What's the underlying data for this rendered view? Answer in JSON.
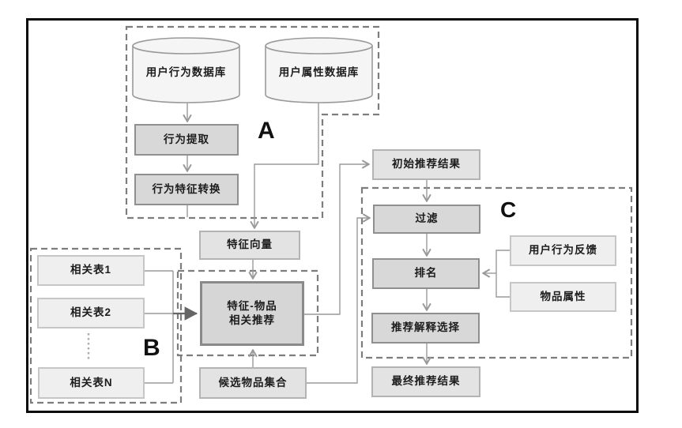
{
  "groups": {
    "a": "A",
    "b": "B",
    "c": "C"
  },
  "nodes": {
    "db_behavior": "用户行为数据库",
    "db_attribute": "用户属性数据库",
    "behavior_extract": "行为提取",
    "behavior_convert": "行为特征转换",
    "feature_vector": "特征向量",
    "related_table_1": "相关表1",
    "related_table_2": "相关表2",
    "related_table_n": "相关表N",
    "feature_item_line1": "特征-物品",
    "feature_item_line2": "相关推荐",
    "candidate_items": "候选物品集合",
    "initial_results": "初始推荐结果",
    "filter": "过滤",
    "ranking": "排名",
    "explanation_select": "推荐解释选择",
    "final_results": "最终推荐结果",
    "user_feedback": "用户行为反馈",
    "item_attributes": "物品属性"
  },
  "colors": {
    "node_fill_dark": "#d8d8d8",
    "node_fill_mid": "#e3e3e3",
    "node_fill_light": "#efefef",
    "node_fill_accent": "#d6d6d6",
    "node_border_dark": "#8f8f8f",
    "node_border_light": "#c6c6c6",
    "connector": "#999999",
    "connector_bold": "#666666",
    "dashed_outline": "#7d7d7d",
    "frame_border": "#0a0a0a",
    "cylinder_fill": "#f5f5f5"
  }
}
